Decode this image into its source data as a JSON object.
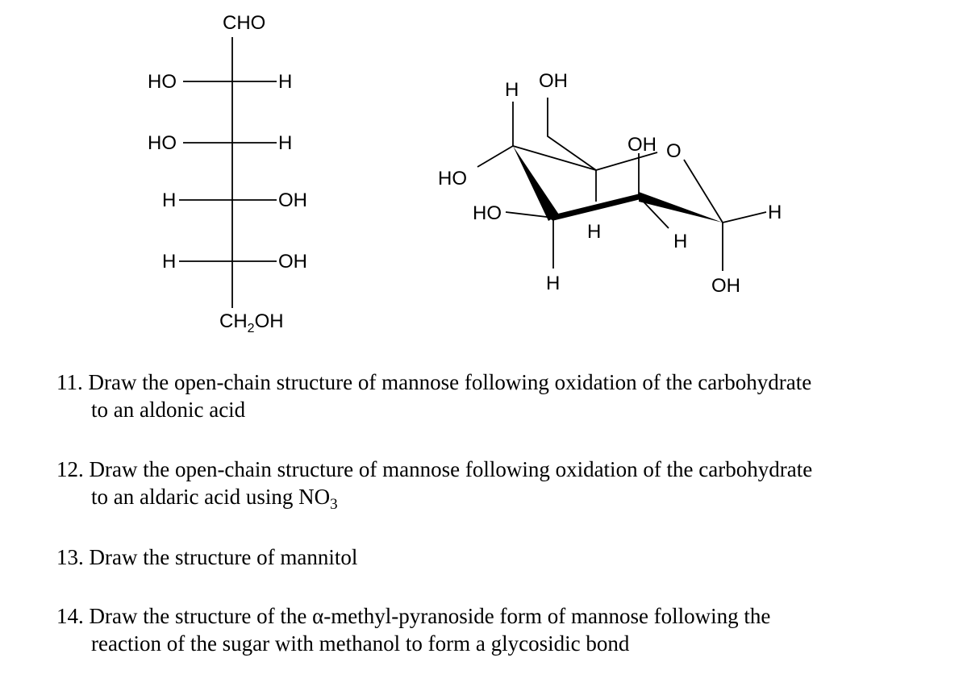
{
  "fischer": {
    "top": "CHO",
    "rows": [
      {
        "left": "HO",
        "right": "H"
      },
      {
        "left": "HO",
        "right": "H"
      },
      {
        "left": "H",
        "right": "OH"
      },
      {
        "left": "H",
        "right": "OH"
      }
    ],
    "bottom_main": "CH",
    "bottom_sub": "2",
    "bottom_tail": "OH"
  },
  "chair": {
    "c5_h": "H",
    "c6_oh": "OH",
    "c4_ho": "HO",
    "c3_ho": "HO",
    "c3_h": "H",
    "c2_h": "H",
    "c2_oh": "OH",
    "ring_o": "O",
    "c1_h_up": "H",
    "c1_h": "H",
    "c1_oh": "OH"
  },
  "questions": [
    {
      "num": "11.",
      "line1": "Draw the open-chain structure of mannose following oxidation of the carbohydrate",
      "line2": "to an aldonic acid"
    },
    {
      "num": "12.",
      "line1": "Draw the open-chain structure of mannose following oxidation of the carbohydrate",
      "line2": "to an aldaric acid using NO",
      "line2_sub": "3"
    },
    {
      "num": "13.",
      "line1": "Draw the structure of mannitol"
    },
    {
      "num": "14.",
      "line1": "Draw the structure of the α-methyl-pyranoside form of mannose following the",
      "line2": "reaction of the sugar with methanol to form a glycosidic bond"
    }
  ]
}
